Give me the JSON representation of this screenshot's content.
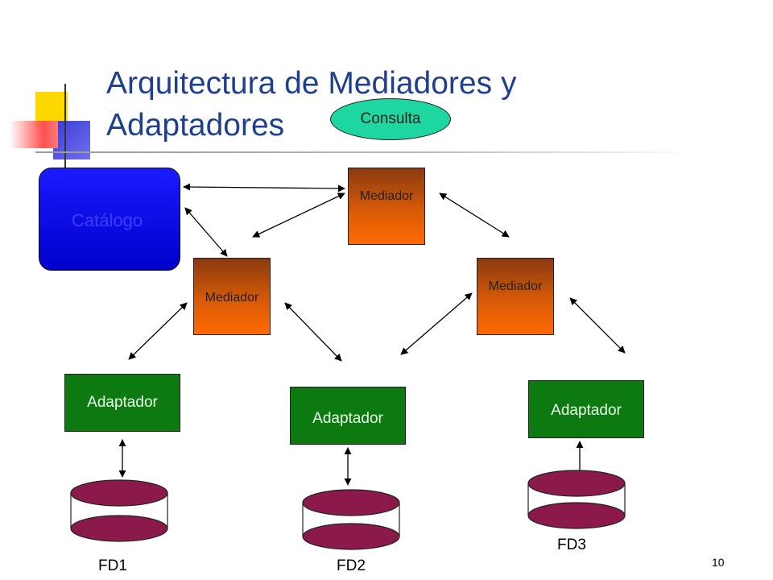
{
  "slide": {
    "title_line1": "Arquitectura de Mediadores y",
    "title_line2": "Adaptadores",
    "page_number": "10"
  },
  "diagram": {
    "query": "Consulta",
    "catalog": "Catálogo",
    "mediators": [
      "Mediador",
      "Mediador",
      "Mediador"
    ],
    "adapters": [
      "Adaptador",
      "Adaptador",
      "Adaptador"
    ],
    "sources": [
      "FD1",
      "FD2",
      "FD3"
    ]
  },
  "colors": {
    "title": "#1f3f8f",
    "mediator": "#ff6a00",
    "adapter": "#0c7a10",
    "catalog": "#0000ee",
    "query": "#1dd6a0",
    "database": "#8b1a4a"
  }
}
